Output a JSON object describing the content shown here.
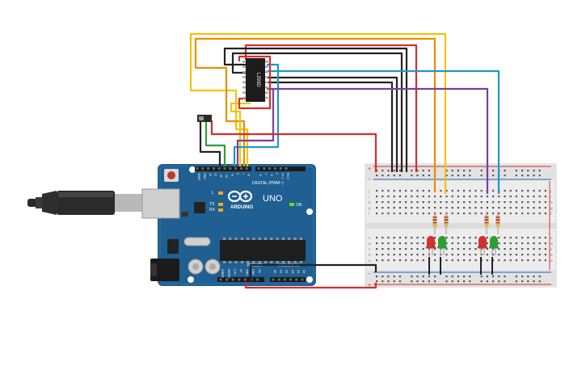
{
  "arduino": {
    "brand": "ARDUINO",
    "model": "UNO",
    "digital_header": "DIGITAL (PWM~)",
    "power_label": "POWER",
    "analog_label": "ANALOG IN",
    "on_label": "ON",
    "tx_label": "TX",
    "rx_label": "RX",
    "l_label": "L",
    "digital_pins": [
      "AREF",
      "GND",
      "13",
      "12",
      "~11",
      "~10",
      "~9",
      "8",
      "7",
      "~6",
      "~5",
      "4",
      "~3",
      "2",
      "TX 1",
      "RX 0"
    ],
    "power_pins": [
      "IOREF",
      "RESET",
      "3.3V",
      "5V",
      "GND",
      "GND",
      "Vin"
    ],
    "analog_pins": [
      "A0",
      "A1",
      "A2",
      "A3",
      "A4",
      "A5"
    ]
  },
  "ic": {
    "label": "L293D"
  },
  "breadboard": {
    "rail_plus": "+",
    "rail_minus": "-",
    "row_letters_top": [
      "a",
      "b",
      "c",
      "d",
      "e"
    ],
    "row_letters_bottom": [
      "f",
      "g",
      "h",
      "i",
      "j"
    ]
  },
  "colors": {
    "red": "#d32f2f",
    "orange": "#f08c00",
    "yellow": "#f2c400",
    "black": "#222222",
    "blue": "#2196c9",
    "purple": "#7b3fa0",
    "green": "#2e9e34",
    "board": "#1f5f91"
  }
}
